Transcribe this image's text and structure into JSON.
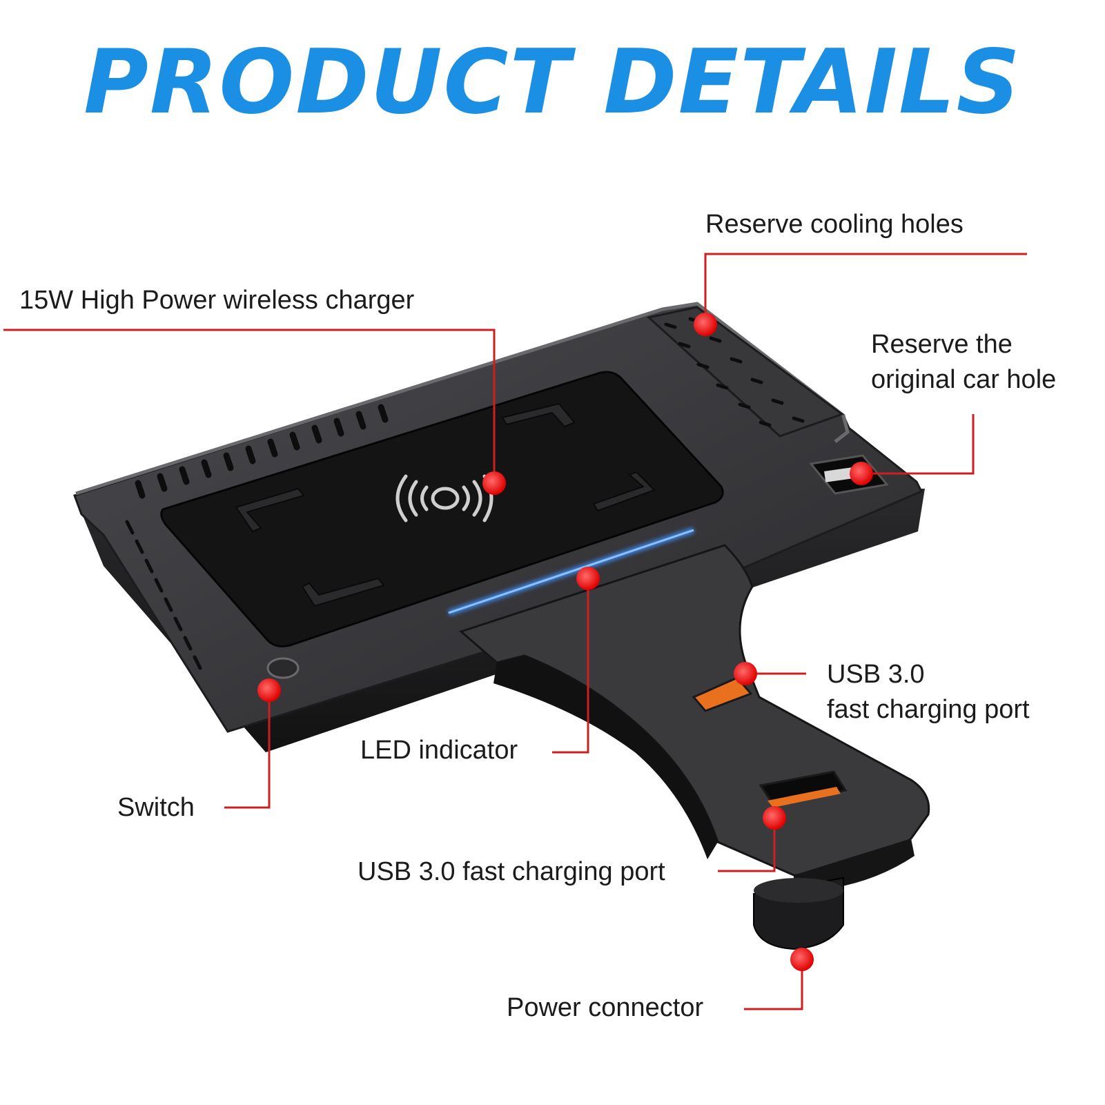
{
  "header": {
    "title": "PRODUCT DETAILS"
  },
  "labels": {
    "cooling_holes": "Reserve cooling holes",
    "wireless_charger": "15W High Power wireless charger",
    "car_hole_line1": "Reserve the",
    "car_hole_line2": "original car hole",
    "usb_upper_line1": "USB 3.0",
    "usb_upper_line2": "fast charging port",
    "led_indicator": "LED indicator",
    "switch": "Switch",
    "usb_lower": "USB 3.0 fast charging port",
    "power_connector": "Power connector"
  },
  "colors": {
    "title": "#1a8fe3",
    "callout_line": "#cc1f1f",
    "callout_dot": "#ff1a1a",
    "device_body": "#2e2e30",
    "led_strip": "#3a8fff",
    "usb_port_accent": "#e8701e"
  },
  "icons": [
    "wireless-charging-icon",
    "power-button-icon",
    "usb-port-icon",
    "power-connector-icon"
  ]
}
